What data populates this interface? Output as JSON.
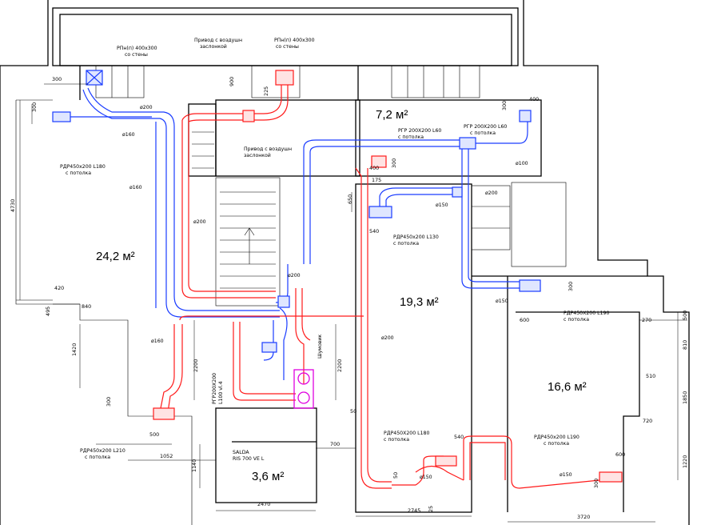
{
  "rooms": [
    {
      "id": "room-a",
      "area": "24,2 м²"
    },
    {
      "id": "room-b",
      "area": "7,2 м²"
    },
    {
      "id": "room-c",
      "area": "19,3 м²"
    },
    {
      "id": "room-d",
      "area": "16,6 м²"
    },
    {
      "id": "room-e",
      "area": "3,6 м²"
    }
  ],
  "labels": {
    "rpn_left_1": "РПн(п) 400x300",
    "rpn_left_2": "со стены",
    "drive_top_1": "Привод с воздушн",
    "drive_top_2": "заслонкой",
    "rpn_right_1": "РПн(п) 400x300",
    "rpn_right_2": "со стены",
    "drive_mid_1": "Привод с воздушн",
    "drive_mid_2": "заслонкой",
    "rgr_top_1": "РГР 200Х200 L60",
    "rgr_top_2": "с потолка",
    "rgr_mid_1": "РГР 200Х200 L60",
    "rgr_mid_2": "с потолка",
    "rdr_left_1": "РДР450х200 L180",
    "rdr_left_2": "с потолка",
    "rdr_mid_1": "РДР450х200 L130",
    "rdr_mid_2": "с потолка",
    "rdr_right_1": "РДР450Х200 L190",
    "rdr_right_2": "с потолка",
    "rdr_bl_1": "РДР450х200 L210",
    "rdr_bl_2": "с потолка",
    "rdr_bc_1": "РДР450Х200 L180",
    "rdr_bc_2": "с потолка",
    "rdr_br_1": "РДР450х200 L190",
    "rdr_br_2": "с потолка",
    "rgr_vert_1": "РГР200Х200",
    "rgr_vert_2": "L100 vl.4",
    "shumka": "Шумовик",
    "salda_1": "SALDA",
    "salda_2": "RIS 700 VE L"
  },
  "diameters": {
    "d200_a": "ø200",
    "d160_a": "ø160",
    "d160_b": "ø160",
    "d200_b": "ø200",
    "d200_c": "ø200",
    "d100": "ø100",
    "d150_a": "ø150",
    "d200_d": "ø200",
    "d150_b": "ø150",
    "d200_e": "ø200",
    "d160_c": "ø160",
    "d150_c": "ø150",
    "d150_d": "ø150"
  },
  "dims": {
    "d300_a": "300",
    "d300_b": "300",
    "d4730": "4730",
    "d420": "420",
    "d495": "495",
    "d840": "840",
    "d1420": "1420",
    "d300_c": "300",
    "d500_a": "500",
    "d1052": "1052",
    "d900": "900",
    "d225": "225",
    "d2200_a": "2200",
    "d2200_b": "2200",
    "d400_a": "400",
    "d300_d": "300",
    "d400_b": "400",
    "d300_e": "300",
    "d175": "175",
    "d650": "650",
    "d540_a": "540",
    "d300_f": "300",
    "d600_a": "600",
    "d270": "270",
    "d500_b": "500",
    "d810": "810",
    "d510": "510",
    "d1850": "1850",
    "d720": "720",
    "d600_b": "600",
    "d1220": "1220",
    "d540_b": "540",
    "d700": "700",
    "d50_a": "50",
    "d50_b": "50",
    "d1140": "1140",
    "d2470": "2470",
    "d2745": "2745",
    "d3720": "3720",
    "d25": "25",
    "d300_g": "300"
  },
  "colors": {
    "supply": "#ff1a1a",
    "exhaust": "#1a3cff",
    "unit": "#e000e0",
    "walls": "#000000"
  }
}
